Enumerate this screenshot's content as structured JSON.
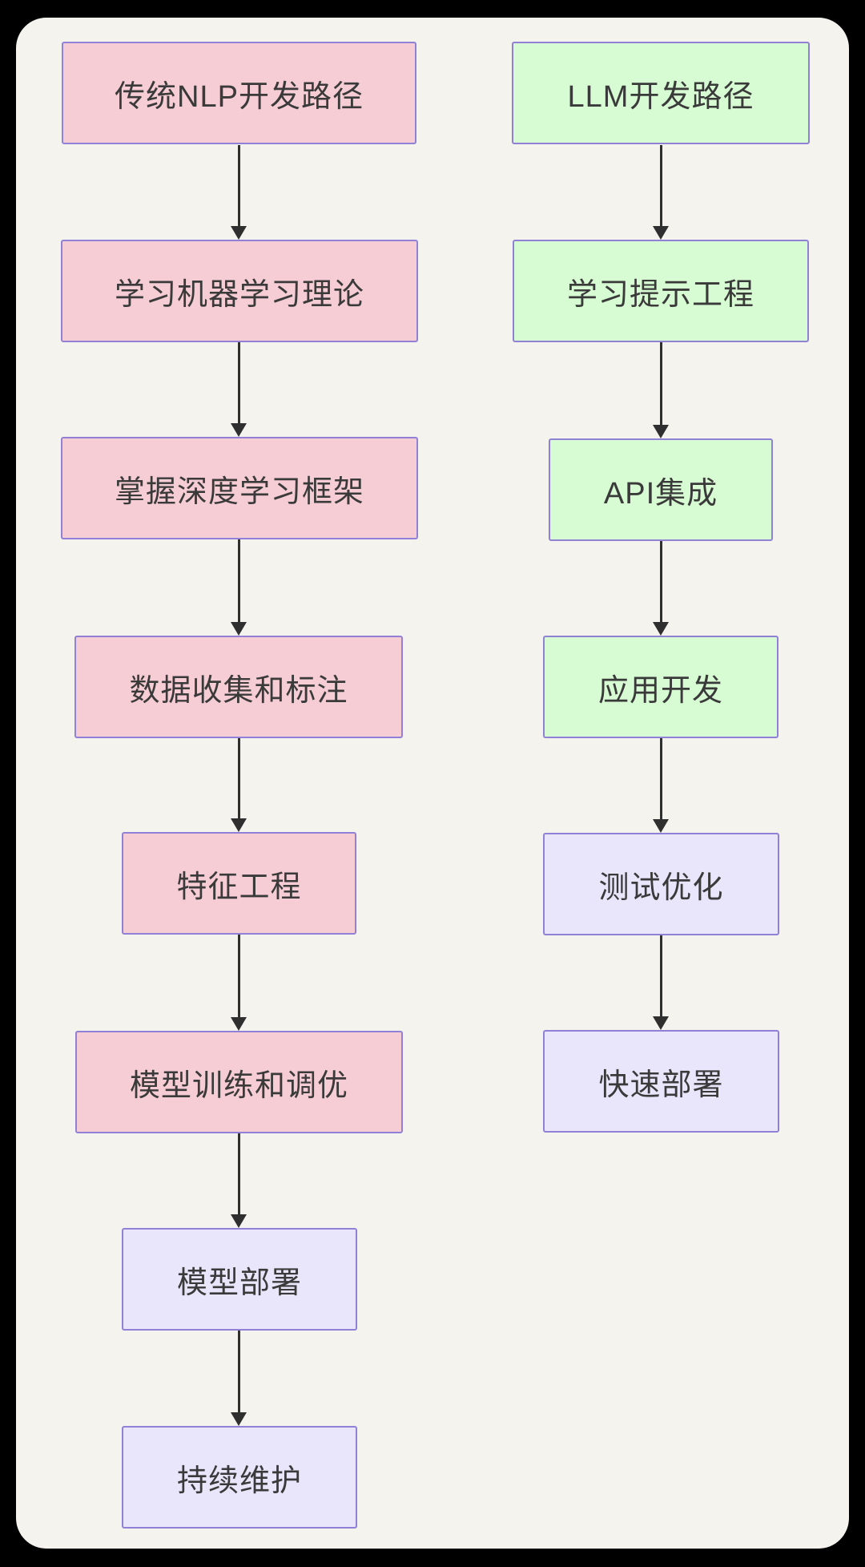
{
  "diagram": {
    "outer_background_color": "#000000",
    "canvas_color": "#f5f3ee",
    "node_border_color": "#9181d6",
    "arrow_color": "#2f2f2f",
    "text_color": "#3a3a3a",
    "node_fill_colors": {
      "pink": "#f7cdd5",
      "green": "#d7fbd2",
      "lavender": "#e9e6fb"
    },
    "columns": [
      {
        "name": "traditional-nlp-path",
        "nodes": [
          {
            "label": "传统NLP开发路径",
            "fill": "pink"
          },
          {
            "label": "学习机器学习理论",
            "fill": "pink"
          },
          {
            "label": "掌握深度学习框架",
            "fill": "pink"
          },
          {
            "label": "数据收集和标注",
            "fill": "pink"
          },
          {
            "label": "特征工程",
            "fill": "pink"
          },
          {
            "label": "模型训练和调优",
            "fill": "pink"
          },
          {
            "label": "模型部署",
            "fill": "lavender"
          },
          {
            "label": "持续维护",
            "fill": "lavender"
          }
        ]
      },
      {
        "name": "llm-path",
        "nodes": [
          {
            "label": "LLM开发路径",
            "fill": "green"
          },
          {
            "label": "学习提示工程",
            "fill": "green"
          },
          {
            "label": "API集成",
            "fill": "green"
          },
          {
            "label": "应用开发",
            "fill": "green"
          },
          {
            "label": "测试优化",
            "fill": "lavender"
          },
          {
            "label": "快速部署",
            "fill": "lavender"
          }
        ]
      }
    ]
  }
}
